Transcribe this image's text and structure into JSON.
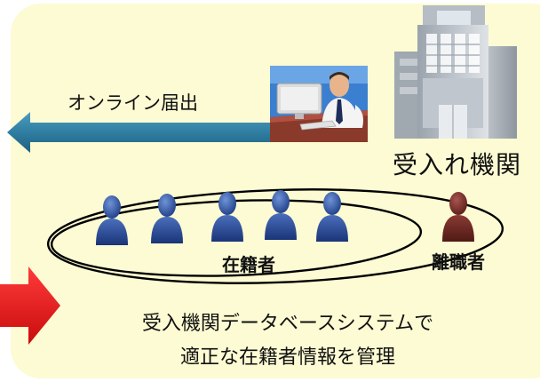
{
  "diagram": {
    "online_submission_label": "オンライン届出",
    "organization_label": "受入れ機関",
    "enrolled_label": "在籍者",
    "former_employee_label": "離職者",
    "caption_line1": "受入機関データベースシステムで",
    "caption_line2": "適正な在籍者情報を管理",
    "colors": {
      "panel_background": "#fdfbd3",
      "online_arrow": "#2f7ea1",
      "input_arrow": "#e01a1a",
      "enrolled_person": "#2a4f9c",
      "former_person": "#6e2a26",
      "ellipse_stroke": "#000000"
    },
    "icons": {
      "worker": "office-worker-at-computer-icon",
      "building": "office-building-icon",
      "person": "person-icon"
    },
    "enrolled_count": 5,
    "former_count": 1
  }
}
